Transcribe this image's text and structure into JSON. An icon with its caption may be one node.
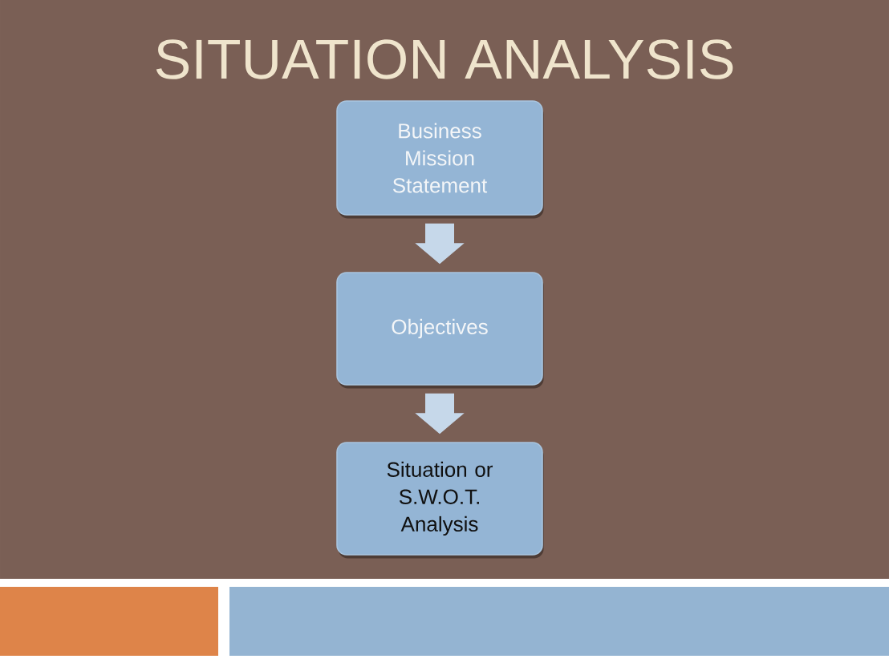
{
  "diagram": {
    "title": "SITUATION ANALYSIS",
    "nodes": [
      {
        "text": [
          "Business Mission Statement"
        ]
      },
      {
        "text": [
          "Objectives"
        ]
      },
      {
        "text": [
          "Situation or S.W.O.T. Analysis"
        ]
      }
    ],
    "edges": [
      {
        "from": 0,
        "to": 1,
        "arrow": "to"
      },
      {
        "from": 1,
        "to": 2,
        "arrow": "to"
      }
    ]
  }
}
